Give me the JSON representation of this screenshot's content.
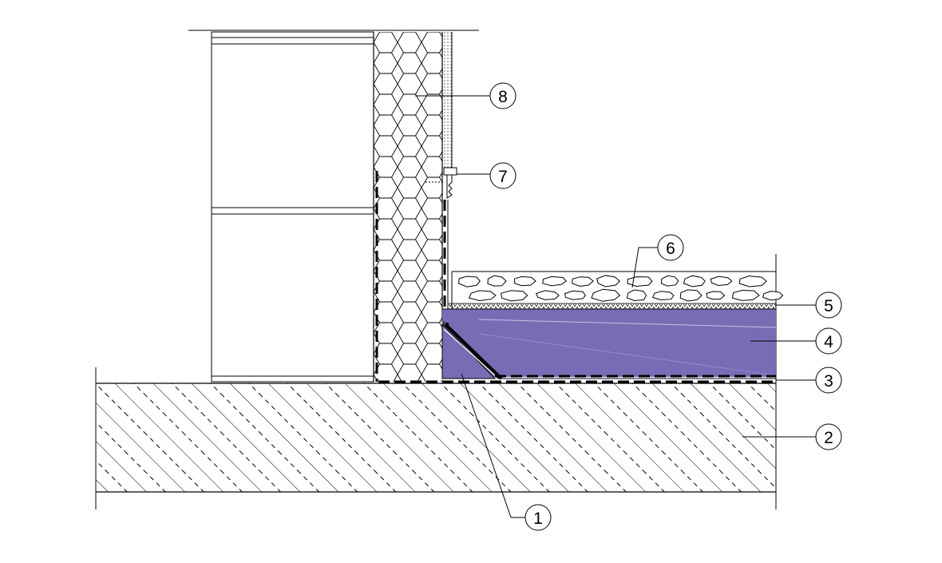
{
  "diagram": {
    "colors": {
      "line": "#000000",
      "insulation_fill": "#7a6cb4",
      "background": "#ffffff"
    },
    "callouts": [
      {
        "id": "1",
        "label": "1"
      },
      {
        "id": "2",
        "label": "2"
      },
      {
        "id": "3",
        "label": "3"
      },
      {
        "id": "4",
        "label": "4"
      },
      {
        "id": "5",
        "label": "5"
      },
      {
        "id": "6",
        "label": "6"
      },
      {
        "id": "7",
        "label": "7"
      },
      {
        "id": "8",
        "label": "8"
      }
    ]
  }
}
